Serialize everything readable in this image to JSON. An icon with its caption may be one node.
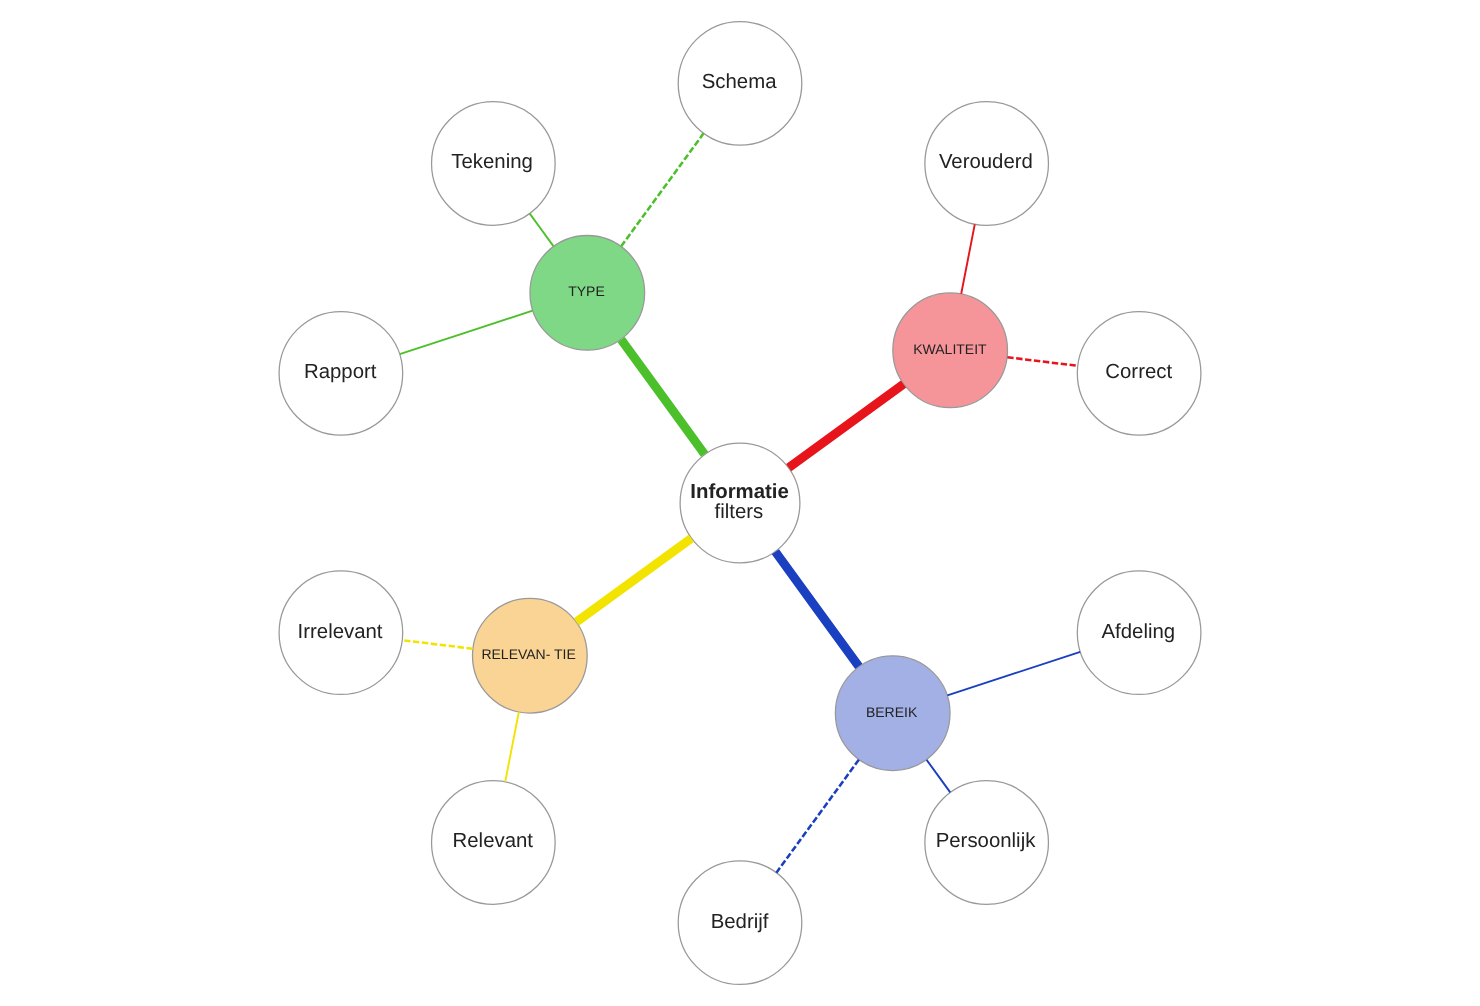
{
  "diagram": {
    "nodes": [
      {
        "text": [
          "Informatie",
          "filters"
        ]
      },
      {
        "text": [
          "KWALITEIT"
        ]
      },
      {
        "text": [
          "Correct"
        ]
      },
      {
        "text": [
          "Verouderd"
        ]
      },
      {
        "text": [
          "TYPE"
        ]
      },
      {
        "text": [
          "Schema"
        ]
      },
      {
        "text": [
          "Tekening"
        ]
      },
      {
        "text": [
          "Rapport"
        ]
      },
      {
        "text": [
          "RELEVAN- TIE"
        ]
      },
      {
        "text": [
          "Irrelevant"
        ]
      },
      {
        "text": [
          "Relevant"
        ]
      },
      {
        "text": [
          "BEREIK"
        ]
      },
      {
        "text": [
          "Bedrijf"
        ]
      },
      {
        "text": [
          "Persoonlijk"
        ]
      },
      {
        "text": [
          "Afdeling"
        ]
      }
    ],
    "edges": [
      {
        "from": 0,
        "to": 1,
        "arrow": "none",
        "style": "thick",
        "color": "#e8141b"
      },
      {
        "from": 0,
        "to": 4,
        "arrow": "none",
        "style": "thick",
        "color": "#4cc02b"
      },
      {
        "from": 0,
        "to": 8,
        "arrow": "none",
        "style": "thick",
        "color": "#f2e400"
      },
      {
        "from": 0,
        "to": 11,
        "arrow": "none",
        "style": "thick",
        "color": "#1a3fc0"
      },
      {
        "from": 1,
        "to": 2,
        "arrow": "none",
        "style": "dashed",
        "color": "#e8141b"
      },
      {
        "from": 1,
        "to": 3,
        "arrow": "none",
        "color": "#e8141b"
      },
      {
        "from": 4,
        "to": 5,
        "arrow": "none",
        "style": "dashed",
        "color": "#4cc02b"
      },
      {
        "from": 4,
        "to": 6,
        "arrow": "none",
        "color": "#4cc02b"
      },
      {
        "from": 4,
        "to": 7,
        "arrow": "none",
        "color": "#4cc02b"
      },
      {
        "from": 8,
        "to": 9,
        "arrow": "none",
        "style": "dashed",
        "color": "#f2e400"
      },
      {
        "from": 8,
        "to": 10,
        "arrow": "none",
        "color": "#f2e400"
      },
      {
        "from": 11,
        "to": 12,
        "arrow": "none",
        "style": "dashed",
        "color": "#1a3fc0"
      },
      {
        "from": 11,
        "to": 13,
        "arrow": "none",
        "color": "#1a3fc0"
      },
      {
        "from": 11,
        "to": 14,
        "arrow": "none",
        "color": "#1a3fc0"
      }
    ]
  }
}
